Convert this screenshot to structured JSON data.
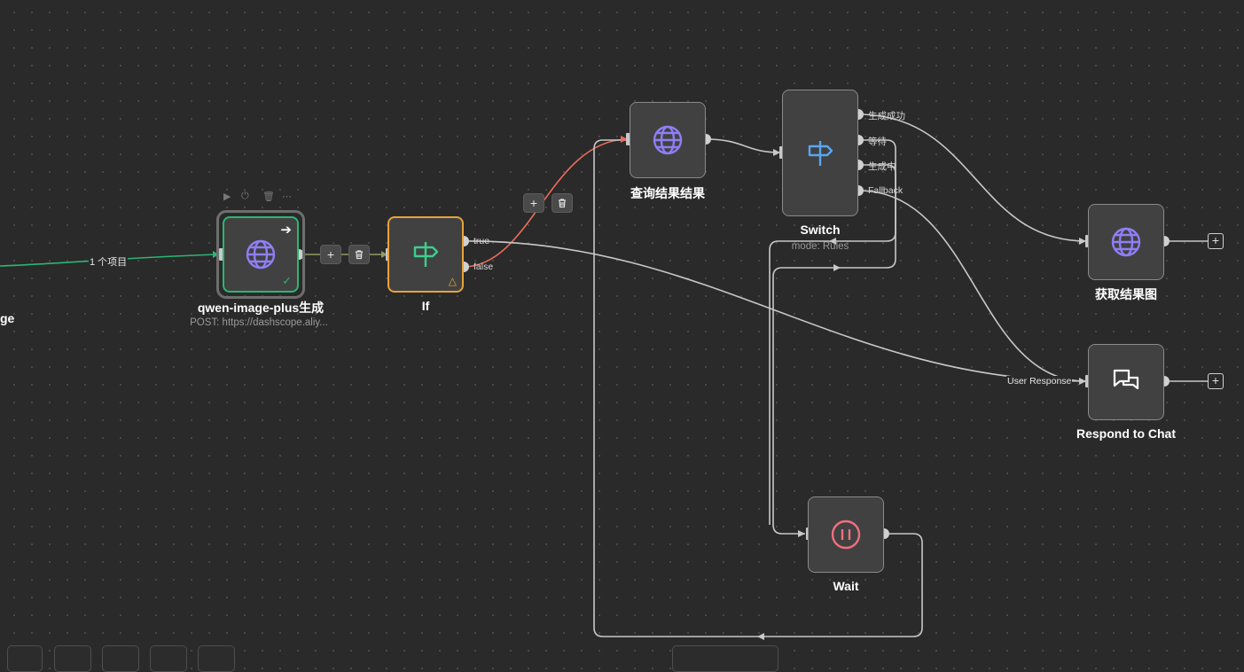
{
  "canvas": {
    "partial_node_title": "ge",
    "edge_label_items": "1 个项目"
  },
  "nodes": {
    "qwen": {
      "title": "qwen-image-plus生成",
      "subtitle": "POST: https://dashscope.aliy...",
      "icon": "globe-icon",
      "status": "success"
    },
    "if": {
      "title": "If",
      "icon": "signpost-icon",
      "outputs": [
        "true",
        "false"
      ],
      "status": "warning"
    },
    "query": {
      "title": "查询结果结果",
      "icon": "globe-icon"
    },
    "switch": {
      "title": "Switch",
      "subtitle": "mode: Rules",
      "icon": "signpost-icon",
      "outputs": [
        "生成成功",
        "等待",
        "生成中",
        "Fallback"
      ]
    },
    "get_image": {
      "title": "获取结果图",
      "icon": "globe-icon"
    },
    "respond": {
      "title": "Respond to Chat",
      "icon": "chat-bubbles-icon",
      "input_label": "User Response"
    },
    "wait": {
      "title": "Wait",
      "icon": "pause-circle-icon"
    }
  },
  "edge_toolbar": {
    "add_label": "+",
    "delete_label": "🗑"
  },
  "colors": {
    "canvas_bg": "#2a2a2a",
    "node_bg": "#414141",
    "success_green": "#2bb673",
    "warning_orange": "#e7a33a",
    "active_edge_red": "#ef6c5a",
    "globe_purple": "#8f7ef5",
    "signpost_green": "#3ccf8e",
    "signpost_blue": "#58a6f0",
    "pause_pink": "#f0707f"
  }
}
